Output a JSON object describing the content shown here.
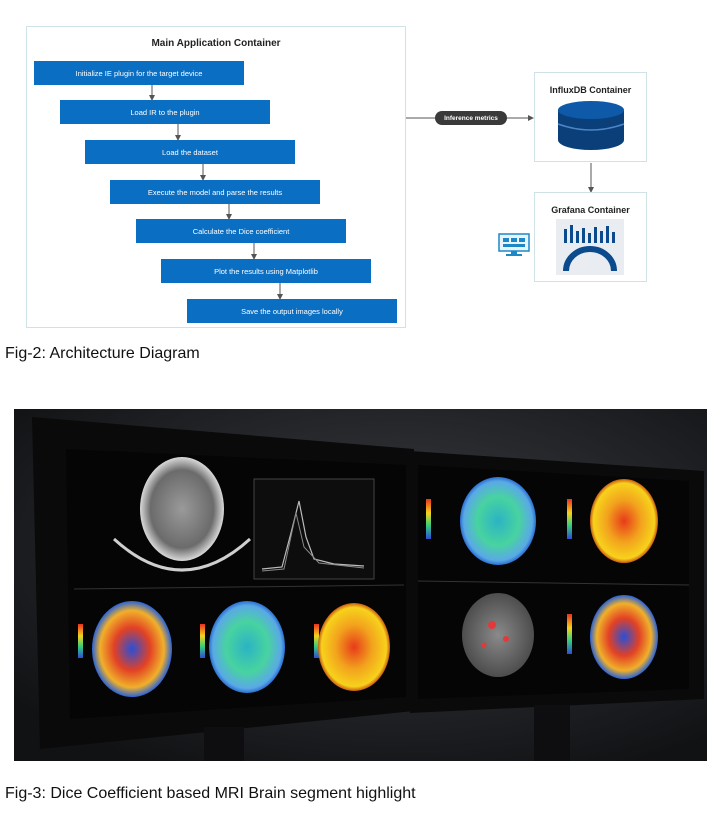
{
  "diagram": {
    "main_container_title": "Main Application Container",
    "steps": [
      "Initialize IE plugin for the target device",
      "Load IR to the plugin",
      "Load the dataset",
      "Execute the model and parse the results",
      "Calculate the Dice coefficient",
      "Plot the results using Matplotlib",
      "Save the output images locally"
    ],
    "edge_label": "Inference metrics",
    "influx_title": "InfluxDB Container",
    "grafana_title": "Grafana Container",
    "colors": {
      "step_fill": "#0a6ec2",
      "db_fill": "#0b3f7a",
      "border": "#cfe3e6"
    }
  },
  "captions": {
    "fig2": "Fig-2: Architecture Diagram",
    "fig3": "Fig-3: Dice Coefficient based MRI Brain segment highlight"
  },
  "photo": {
    "description_icon": "mri-monitors-photo"
  }
}
